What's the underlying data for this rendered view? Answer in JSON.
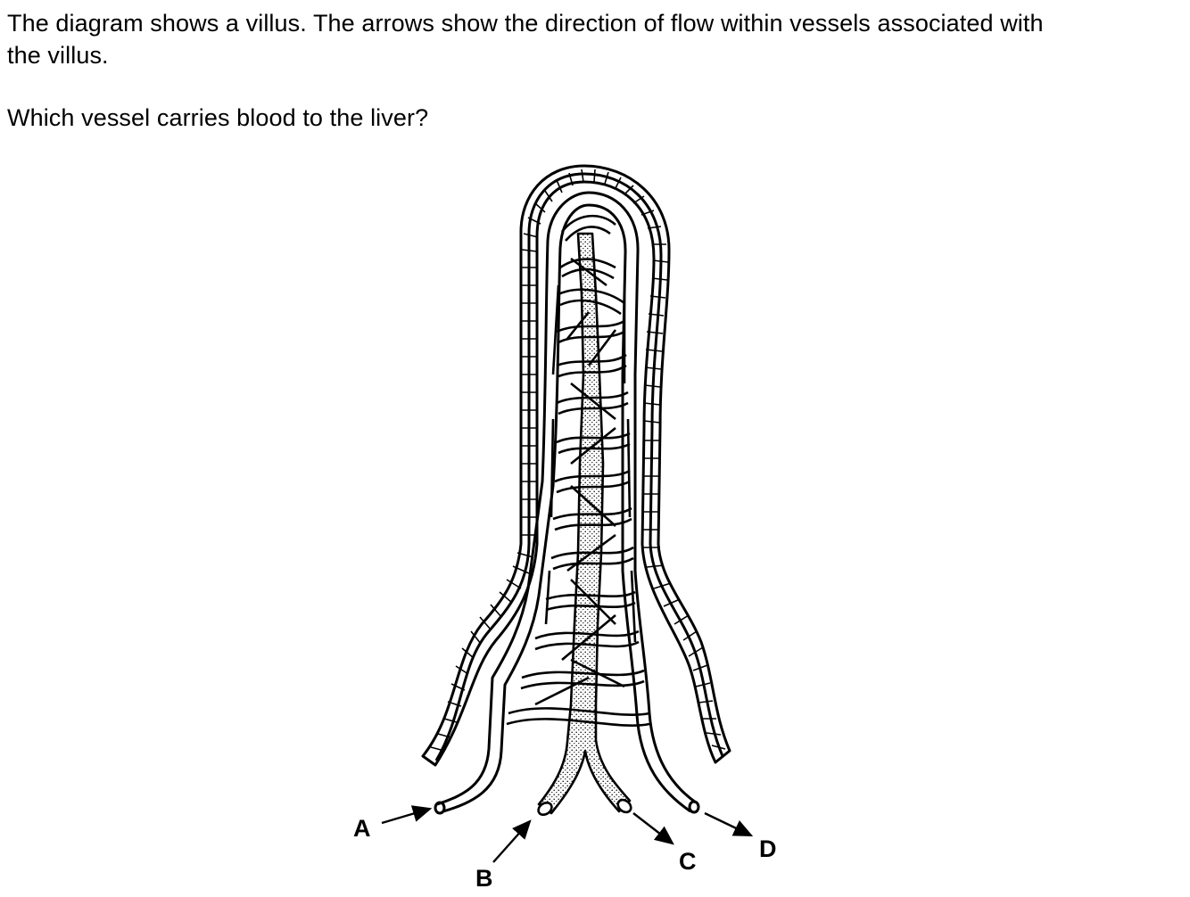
{
  "question": {
    "line1": "The diagram shows a villus. The arrows show the direction of flow within vessels associated with",
    "line2": "the villus.",
    "line3": "Which vessel carries blood to the liver?"
  },
  "diagram": {
    "labels": {
      "a": "A",
      "b": "B",
      "c": "C",
      "d": "D"
    }
  }
}
